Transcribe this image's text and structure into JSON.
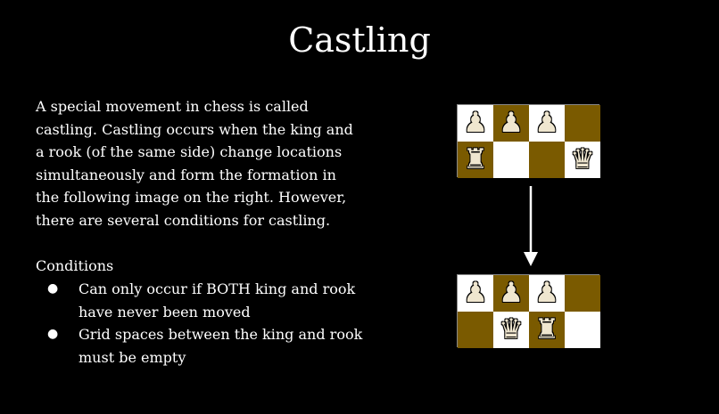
{
  "slide": {
    "title": "Castling",
    "paragraph": "A special movement in chess is called castling. Castling occurs when the king and a rook (of the same side) change locations simultaneously and form the formation in the following image on the right. However, there are several conditions for castling.",
    "conditions_title": "Conditions",
    "conditions": [
      "Can only occur if BOTH king and rook have never been moved",
      "Grid spaces between the king and rook must be empty"
    ],
    "bullet": "●"
  },
  "colors": {
    "light": "#ffffff",
    "dark": "#7a5a00",
    "piece": "#efe6cf"
  },
  "boards": [
    {
      "name": "before",
      "squares": [
        [
          "light",
          "♟"
        ],
        [
          "dark",
          "♟"
        ],
        [
          "light",
          "♟"
        ],
        [
          "dark",
          ""
        ],
        [
          "dark",
          "♜"
        ],
        [
          "light",
          ""
        ],
        [
          "dark",
          ""
        ],
        [
          "light",
          "♛"
        ]
      ]
    },
    {
      "name": "after",
      "squares": [
        [
          "light",
          "♟"
        ],
        [
          "dark",
          "♟"
        ],
        [
          "light",
          "♟"
        ],
        [
          "dark",
          ""
        ],
        [
          "dark",
          ""
        ],
        [
          "light",
          "♛"
        ],
        [
          "dark",
          "♜"
        ],
        [
          "light",
          ""
        ]
      ]
    }
  ]
}
